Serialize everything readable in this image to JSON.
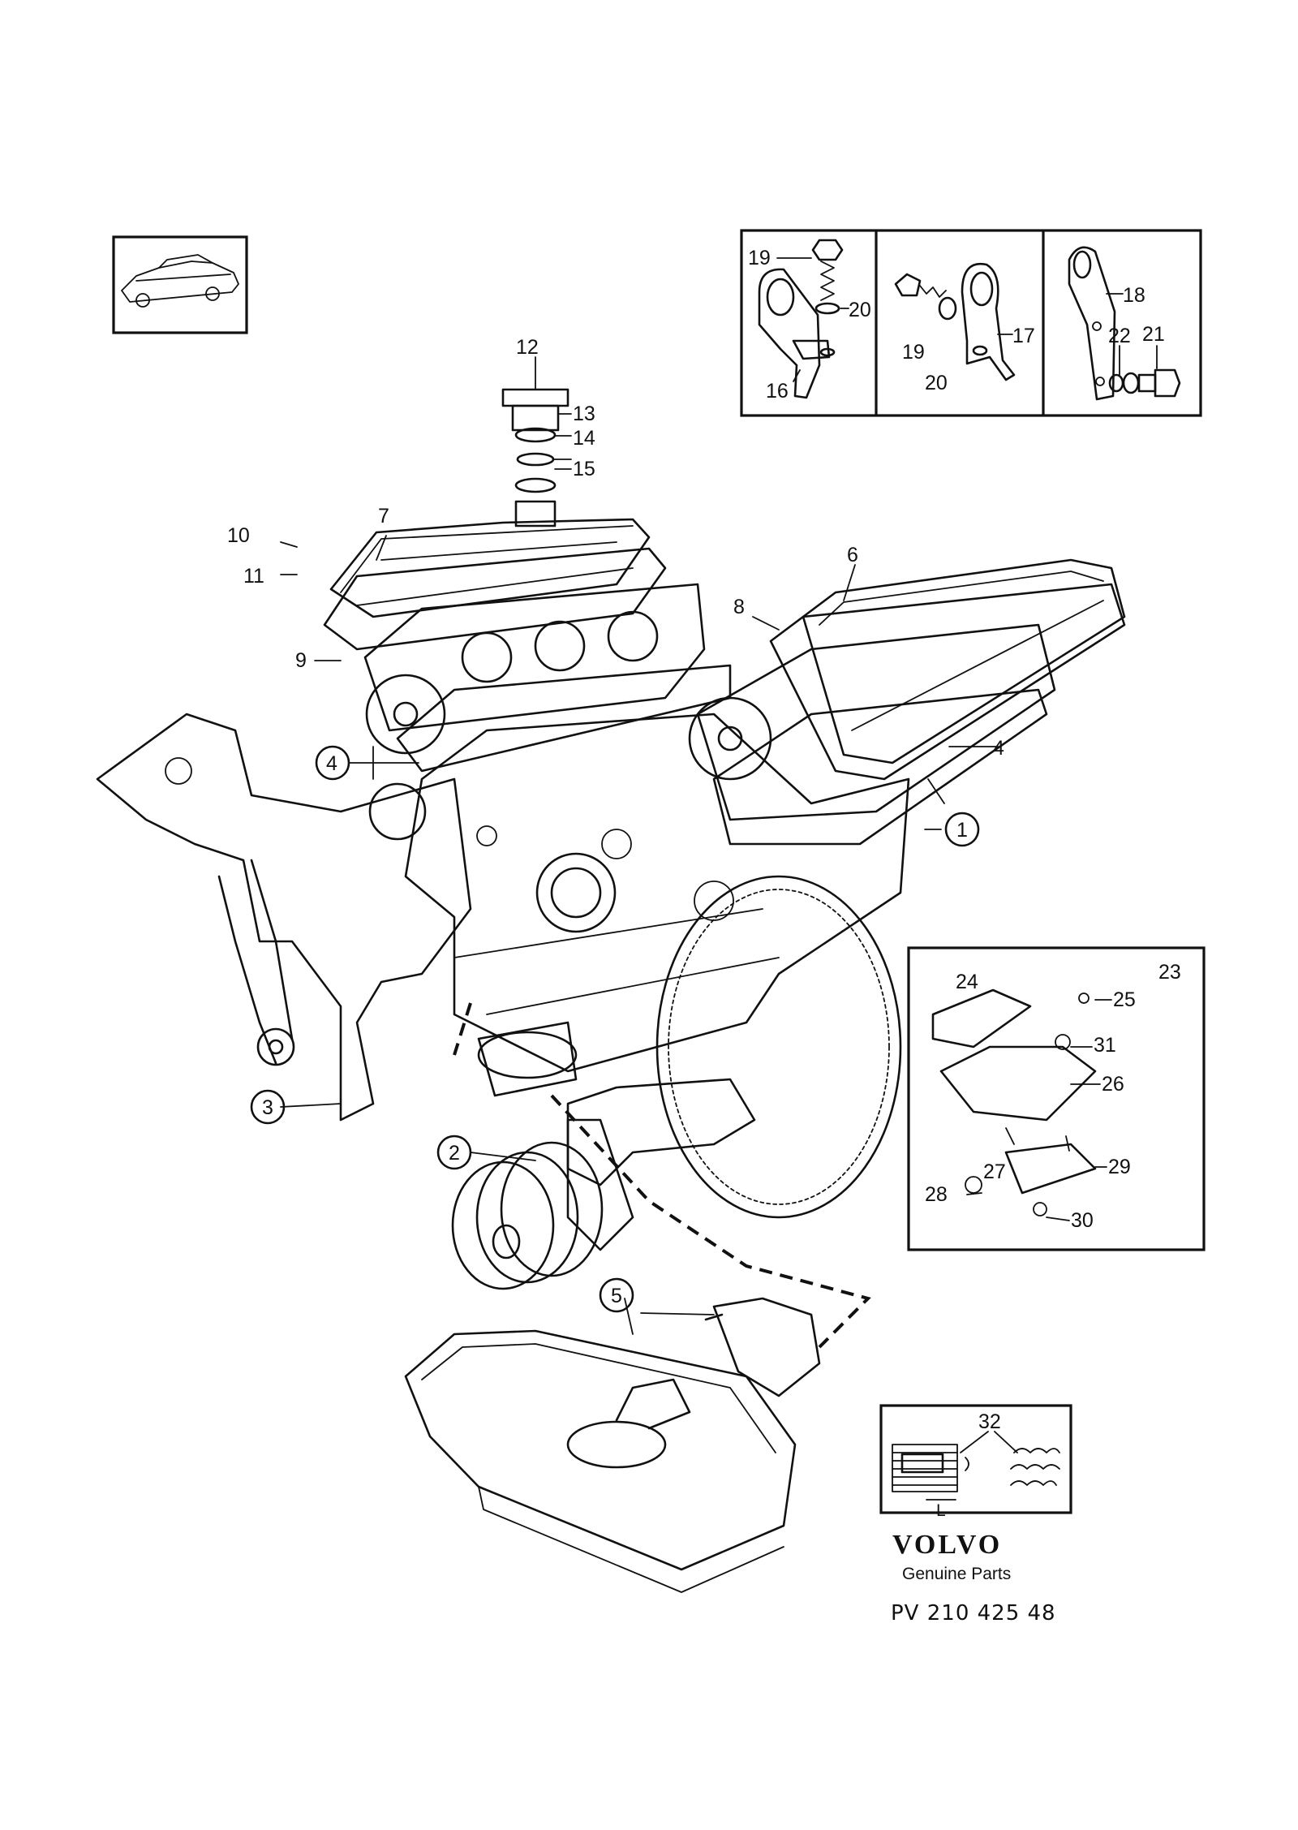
{
  "callouts": {
    "c1": "1",
    "c2": "2",
    "c3": "3",
    "c4a": "4",
    "c4b": "4",
    "c5": "5",
    "c6": "6",
    "c7": "7",
    "c8": "8",
    "c9": "9",
    "c10": "10",
    "c11": "11",
    "c12": "12",
    "c13": "13",
    "c14": "14",
    "c15": "15",
    "c16": "16",
    "c17": "17",
    "c18": "18",
    "c19a": "19",
    "c19b": "19",
    "c20a": "20",
    "c20b": "20",
    "c21": "21",
    "c22": "22",
    "c23": "23",
    "c24": "24",
    "c25": "25",
    "c26": "26",
    "c27": "27",
    "c28": "28",
    "c29": "29",
    "c30": "30",
    "c31": "31",
    "c32": "32"
  },
  "inset_labels": {
    "thread_length": "L"
  },
  "brand": {
    "name": "VOLVO",
    "tagline": "Genuine Parts"
  },
  "reference": {
    "code": "PV 210 425 48"
  },
  "icons": {
    "vehicle": "car-sedan-icon",
    "engine": "v6-engine-exploded-icon"
  }
}
